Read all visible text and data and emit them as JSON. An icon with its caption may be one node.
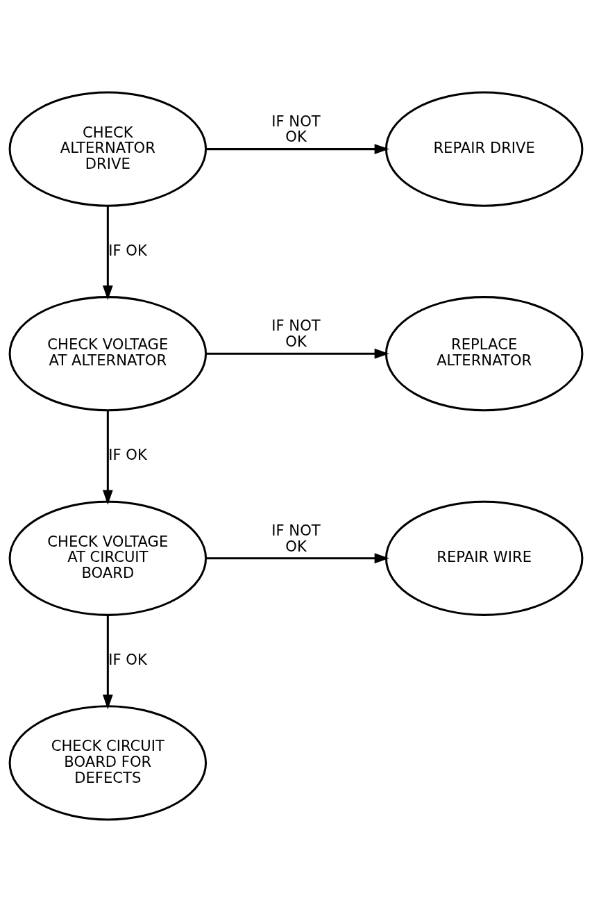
{
  "diagram": {
    "nodes": [
      {
        "text": [
          "CHECK ALTERNATOR DRIVE"
        ]
      },
      {
        "text": [
          "REPAIR DRIVE"
        ]
      },
      {
        "text": [
          "CHECK VOLTAGE AT ALTERNATOR"
        ]
      },
      {
        "text": [
          "REPLACE ALTERNATOR"
        ]
      },
      {
        "text": [
          "CHECK VOLTAGE AT CIRCUIT BOARD"
        ]
      },
      {
        "text": [
          "REPAIR WIRE"
        ]
      },
      {
        "text": [
          "CHECK CIRCUIT BOARD FOR DEFECTS"
        ]
      }
    ],
    "edges": [
      {
        "from": 0,
        "to": 1,
        "arrow": "to",
        "label": "IF NOT OK"
      },
      {
        "from": 0,
        "to": 2,
        "arrow": "to",
        "label": "IF OK"
      },
      {
        "from": 2,
        "to": 3,
        "arrow": "to",
        "label": "IF NOT OK"
      },
      {
        "from": 2,
        "to": 4,
        "arrow": "to",
        "label": "IF OK"
      },
      {
        "from": 4,
        "to": 5,
        "arrow": "to",
        "label": "IF NOT OK"
      },
      {
        "from": 4,
        "to": 6,
        "arrow": "to",
        "label": "IF OK"
      }
    ]
  }
}
